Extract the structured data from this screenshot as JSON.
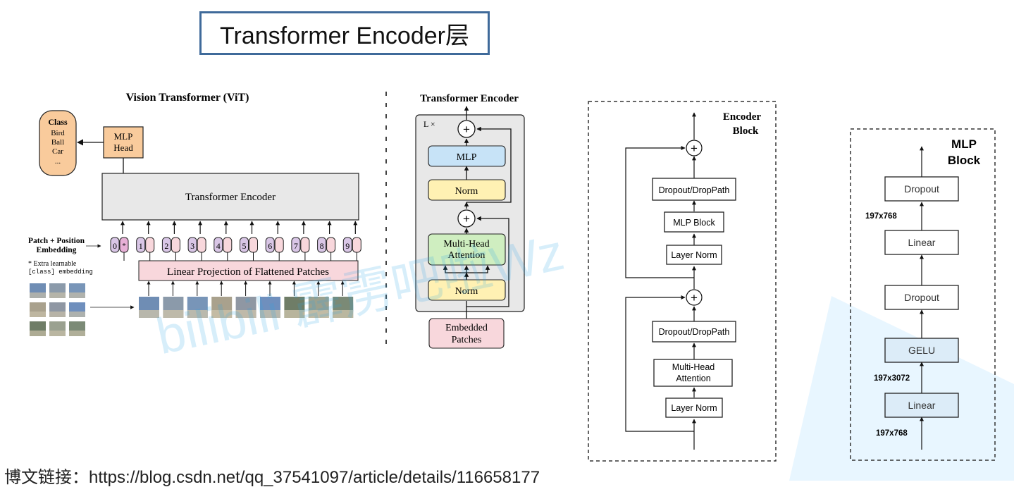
{
  "slide_title": "Transformer Encoder层",
  "footer_caption": "博文链接：https://blog.csdn.net/qq_37541097/article/details/116658177",
  "watermark": "bilibili 霹雳吧啦Wz",
  "vit": {
    "title": "Vision Transformer (ViT)",
    "class_box": {
      "heading": "Class",
      "items": [
        "Bird",
        "Ball",
        "Car",
        "..."
      ]
    },
    "mlp_head": [
      "MLP",
      "Head"
    ],
    "encoder_label": "Transformer Encoder",
    "embedding_label": [
      "Patch + Position",
      "Embedding"
    ],
    "extra_note": [
      "* Extra learnable",
      "[class] embedding"
    ],
    "tokens": [
      "0",
      "1",
      "2",
      "3",
      "4",
      "5",
      "6",
      "7",
      "8",
      "9"
    ],
    "class_token_marker": "*",
    "projection_label": "Linear Projection of Flattened Patches"
  },
  "encoder": {
    "title": "Transformer Encoder",
    "repeat_label": "L ×",
    "plus": "+",
    "mlp": "MLP",
    "norm": "Norm",
    "attention": [
      "Multi-Head",
      "Attention"
    ],
    "input": [
      "Embedded",
      "Patches"
    ]
  },
  "encoder_block": {
    "title": [
      "Encoder",
      "Block"
    ],
    "plus": "+",
    "dropout_top": "Dropout/DropPath",
    "mlp_block": "MLP Block",
    "norm_top": "Layer Norm",
    "dropout_bottom": "Dropout/DropPath",
    "attention": [
      "Multi-Head",
      "Attention"
    ],
    "norm_bottom": "Layer Norm"
  },
  "mlp_block": {
    "title": [
      "MLP",
      "Block"
    ],
    "layers": [
      "Dropout",
      "Linear",
      "Dropout",
      "GELU",
      "Linear"
    ],
    "dims": [
      "197x768",
      "197x3072",
      "197x768"
    ]
  },
  "colors": {
    "title_border": "#3f6a9a",
    "mlp_head_fill": "#f9cb9c",
    "encoder_gray": "#e8e8e8",
    "token_purple": "#d9c6e6",
    "projection_pink": "#f8d7dc",
    "norm_yellow": "#fff1b3",
    "mlp_blue": "#c7e3f7",
    "attention_green": "#cfeec0",
    "gelu_blue": "#dcecf8",
    "watermark_blue": "#2aa6e8"
  }
}
